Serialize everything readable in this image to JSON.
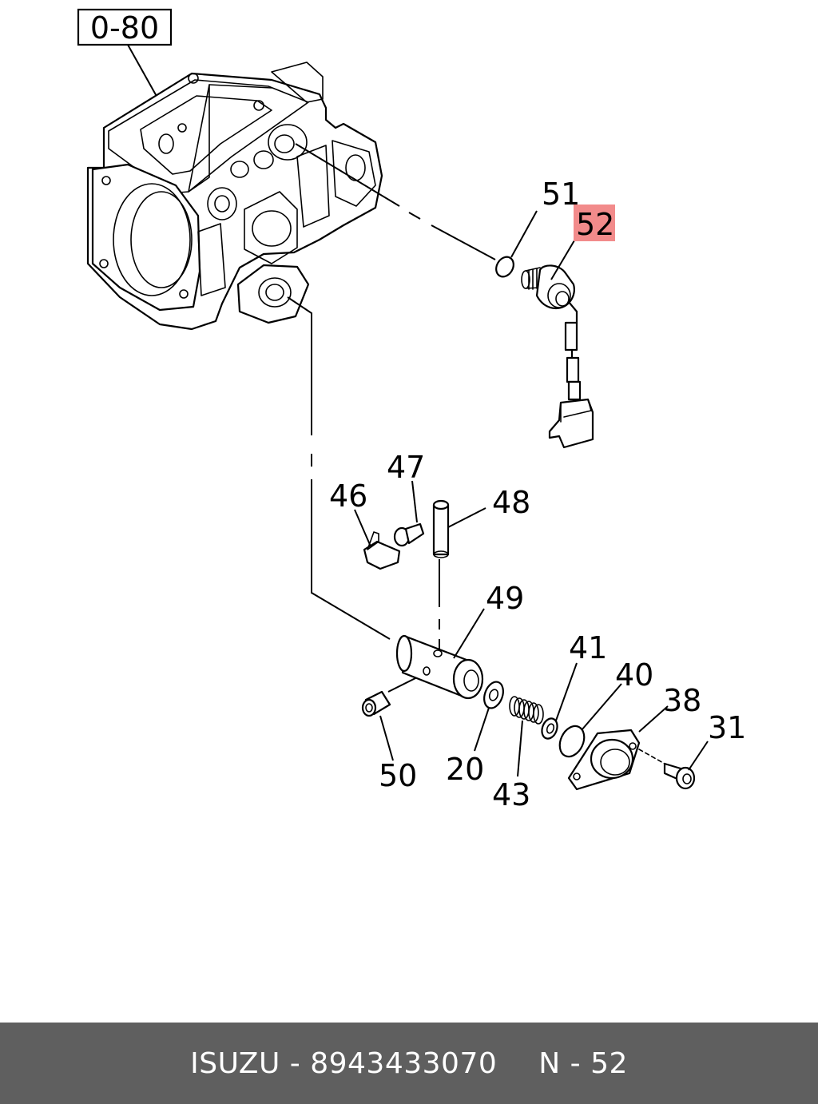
{
  "diagram": {
    "ref_box_label": "0-80",
    "highlight_color": "#f28b8b",
    "callouts": {
      "c51": "51",
      "c52": "52",
      "c47": "47",
      "c46": "46",
      "c48": "48",
      "c49": "49",
      "c41": "41",
      "c40": "40",
      "c38": "38",
      "c31": "31",
      "c50": "50",
      "c20": "20",
      "c43": "43"
    }
  },
  "footer": {
    "brand": "ISUZU",
    "separator": "-",
    "part_number": "8943433070",
    "ref_prefix": "N",
    "ref_separator": "-",
    "ref_number": "52"
  }
}
